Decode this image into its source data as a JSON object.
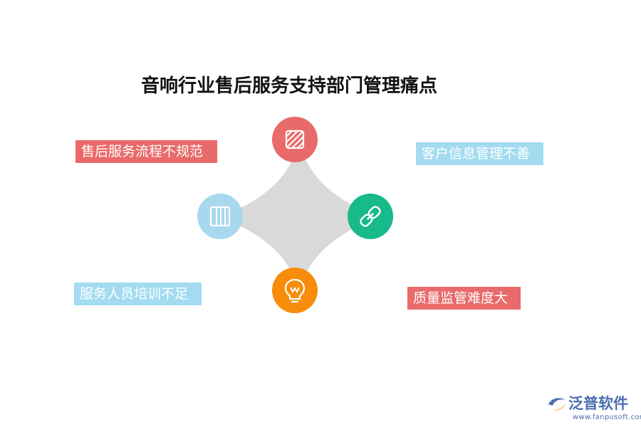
{
  "title": "音响行业售后服务支持部门管理痛点",
  "pain_points": [
    {
      "label": "售后服务流程不规范",
      "color": "#e96a6a"
    },
    {
      "label": "客户信息管理不善",
      "color": "#a3dbf0"
    },
    {
      "label": "服务人员培训不足",
      "color": "#a3dbf0"
    },
    {
      "label": "质量监管难度大",
      "color": "#e96a6a"
    }
  ],
  "nodes": [
    {
      "icon": "striped-square-icon",
      "color": "#e96a6a"
    },
    {
      "icon": "link-icon",
      "color": "#18b98a"
    },
    {
      "icon": "lightbulb-icon",
      "color": "#f78d0b"
    },
    {
      "icon": "book-columns-icon",
      "color": "#a8d8ee"
    }
  ],
  "connector_color": "#d9d9d9",
  "logo": {
    "name": "泛普软件",
    "url": "www.fanpusoft.com",
    "color": "#4a6fb0"
  }
}
